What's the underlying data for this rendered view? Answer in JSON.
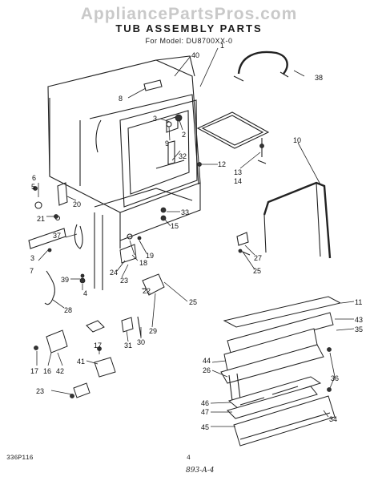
{
  "watermark": "AppliancePartsPros.com",
  "heading": "TUB ASSEMBLY PARTS",
  "model": "For Model: DU8700XX-0",
  "footer_code": "336P116",
  "page_number": "4",
  "handwritten": "893-A-4",
  "callouts": [
    {
      "id": "40"
    },
    {
      "id": "1"
    },
    {
      "id": "38"
    },
    {
      "id": "8"
    },
    {
      "id": "3"
    },
    {
      "id": "2"
    },
    {
      "id": "9"
    },
    {
      "id": "32"
    },
    {
      "id": "12"
    },
    {
      "id": "10"
    },
    {
      "id": "13"
    },
    {
      "id": "14"
    },
    {
      "id": "6"
    },
    {
      "id": "5"
    },
    {
      "id": "20"
    },
    {
      "id": "21"
    },
    {
      "id": "33"
    },
    {
      "id": "15"
    },
    {
      "id": "37"
    },
    {
      "id": "27"
    },
    {
      "id": "25"
    },
    {
      "id": "19"
    },
    {
      "id": "3"
    },
    {
      "id": "18"
    },
    {
      "id": "7"
    },
    {
      "id": "24"
    },
    {
      "id": "23"
    },
    {
      "id": "39"
    },
    {
      "id": "22"
    },
    {
      "id": "4"
    },
    {
      "id": "28"
    },
    {
      "id": "25"
    },
    {
      "id": "11"
    },
    {
      "id": "43"
    },
    {
      "id": "35"
    },
    {
      "id": "29"
    },
    {
      "id": "30"
    },
    {
      "id": "31"
    },
    {
      "id": "17"
    },
    {
      "id": "44"
    },
    {
      "id": "26"
    },
    {
      "id": "36"
    },
    {
      "id": "41"
    },
    {
      "id": "17"
    },
    {
      "id": "16"
    },
    {
      "id": "42"
    },
    {
      "id": "23"
    },
    {
      "id": "46"
    },
    {
      "id": "47"
    },
    {
      "id": "45"
    },
    {
      "id": "34"
    }
  ]
}
